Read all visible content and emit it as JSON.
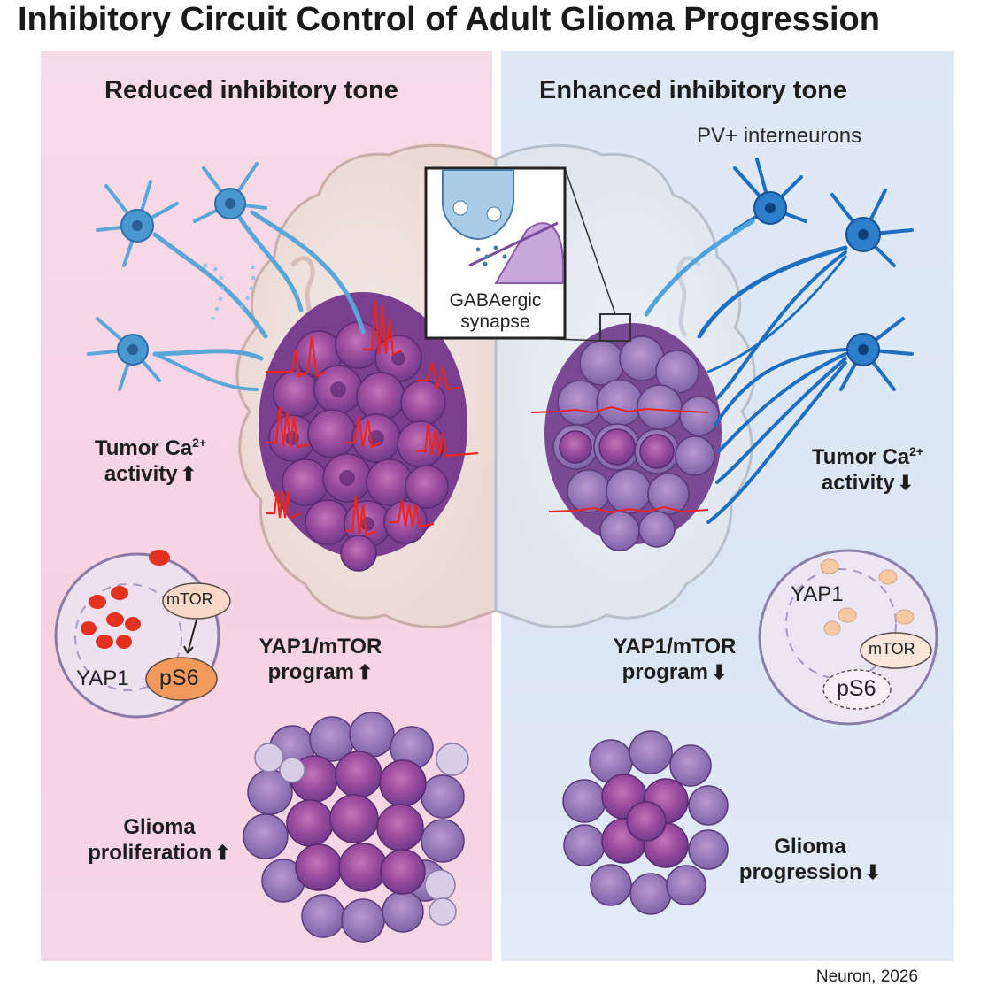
{
  "title": "Inhibitory Circuit Control of Adult Glioma Progression",
  "left_panel": {
    "heading": "Reduced inhibitory tone",
    "ca_label_line1": "Tumor Ca",
    "ca_sup": "2+",
    "ca_label_line2": "activity",
    "program_line1": "YAP1/mTOR",
    "program_line2": "program",
    "outcome_line1": "Glioma",
    "outcome_line2": "proliferation",
    "up_arrow": "⬆",
    "cell_yap": "YAP1",
    "cell_mtor": "mTOR",
    "cell_ps6": "pS6"
  },
  "right_panel": {
    "heading": "Enhanced inhibitory tone",
    "neuron_label": "PV+ interneurons",
    "ca_label_line1": "Tumor Ca",
    "ca_sup": "2+",
    "ca_label_line2": "activity",
    "program_line1": "YAP1/mTOR",
    "program_line2": "program",
    "outcome_line1": "Glioma",
    "outcome_line2": "progression",
    "down_arrow": "⬇",
    "cell_yap": "YAP1",
    "cell_mtor": "mTOR",
    "cell_ps6": "pS6"
  },
  "inset": {
    "line1": "GABAergic",
    "line2": "synapse"
  },
  "citation": "Neuron, 2026",
  "colors": {
    "left_bg": "#f6d5e3",
    "right_bg": "#dde8f5",
    "tumor": "#8e4a98",
    "neuron_left": "#5aa6d8",
    "neuron_right": "#1f6fc0",
    "calcium_trace": "#e8261f"
  }
}
